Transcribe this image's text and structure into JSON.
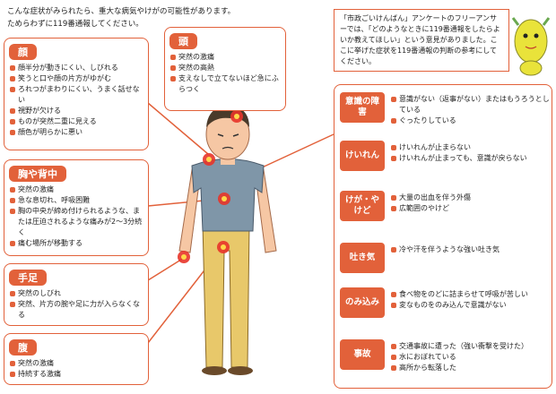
{
  "intro": {
    "line1": "こんな症状がみられたら、重大な病気やけがの可能性があります。",
    "line2": "ためらわずに119番通報してください。"
  },
  "note": {
    "text": "「市政ごいけんばん」アンケートのフリーアンサーでは、「どのようなときに119番通報をしたらよいか教えてほしい」という意見がありました。ここに挙げた症状を119番通報の判断の参考にしてください。"
  },
  "face": {
    "header": "顔",
    "items": [
      "顔半分が動きにくい、しびれる",
      "笑うと口や顔の片方がゆがむ",
      "ろれつがまわりにくい、うまく話せない",
      "視野が欠ける",
      "ものが突然二重に見える",
      "顔色が明らかに悪い"
    ]
  },
  "head": {
    "header": "頭",
    "items": [
      "突然の激痛",
      "突然の高熱",
      "支えなしで立てないほど急にふらつく"
    ]
  },
  "chest": {
    "header": "胸や背中",
    "items": [
      "突然の激痛",
      "急な息切れ、呼吸困難",
      "胸の中央が締め付けられるような、または圧迫されるような痛みが2～3分続く",
      "痛む場所が移動する"
    ]
  },
  "limbs": {
    "header": "手足",
    "items": [
      "突然のしびれ",
      "突然、片方の腕や足に力が入らなくなる"
    ]
  },
  "abdomen": {
    "header": "腹",
    "items": [
      "突然の激痛",
      "持続する激痛"
    ]
  },
  "categories": [
    {
      "label": "意識の障害",
      "items": [
        "意識がない（返事がない）またはもうろうとしている",
        "ぐったりしている"
      ]
    },
    {
      "label": "けいれん",
      "items": [
        "けいれんが止まらない",
        "けいれんが止まっても、意識が戻らない"
      ]
    },
    {
      "label": "けが・やけど",
      "items": [
        "大量の出血を伴う外傷",
        "広範囲のやけど"
      ]
    },
    {
      "label": "吐き気",
      "items": [
        "冷や汗を伴うような強い吐き気"
      ]
    },
    {
      "label": "のみ込み",
      "items": [
        "食べ物をのどに詰まらせて呼吸が苦しい",
        "変なものをのみ込んで意識がない"
      ]
    },
    {
      "label": "事故",
      "items": [
        "交通事故に遭った（強い衝撃を受けた）",
        "水におぼれている",
        "高所から転落した"
      ]
    }
  ],
  "colors": {
    "accent": "#e2613a",
    "skin": "#f6c7a4",
    "shirt": "#7f96a8",
    "pants": "#e8c86a",
    "mascot": "#e9e33a"
  }
}
